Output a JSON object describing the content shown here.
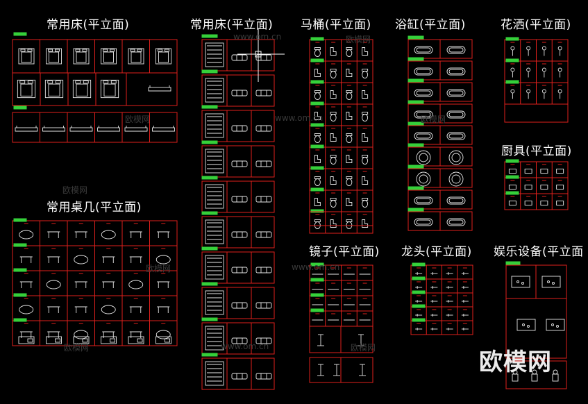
{
  "titles": {
    "bed_left": "常用床(平立面)",
    "bed_center": "常用床(平立面)",
    "toilet": "马桶(平立面)",
    "bathtub": "浴缸(平立面)",
    "shower": "花洒(平立面)",
    "kitchen": "厨具(平立面)",
    "table": "常用桌几(平立面)",
    "mirror": "镜子(平立面)",
    "faucet": "龙头(平立面)",
    "entertainment": "娱乐设备(平立面"
  },
  "watermark": {
    "brand": "欧模网",
    "site": "www.om.cn",
    "logo": "欧模网"
  },
  "colors": {
    "background": "#000000",
    "grid_line": "#e0201c",
    "label_tag": "#35d03a",
    "symbol": "#e8e8e8",
    "crosshair": "#ffffff"
  }
}
